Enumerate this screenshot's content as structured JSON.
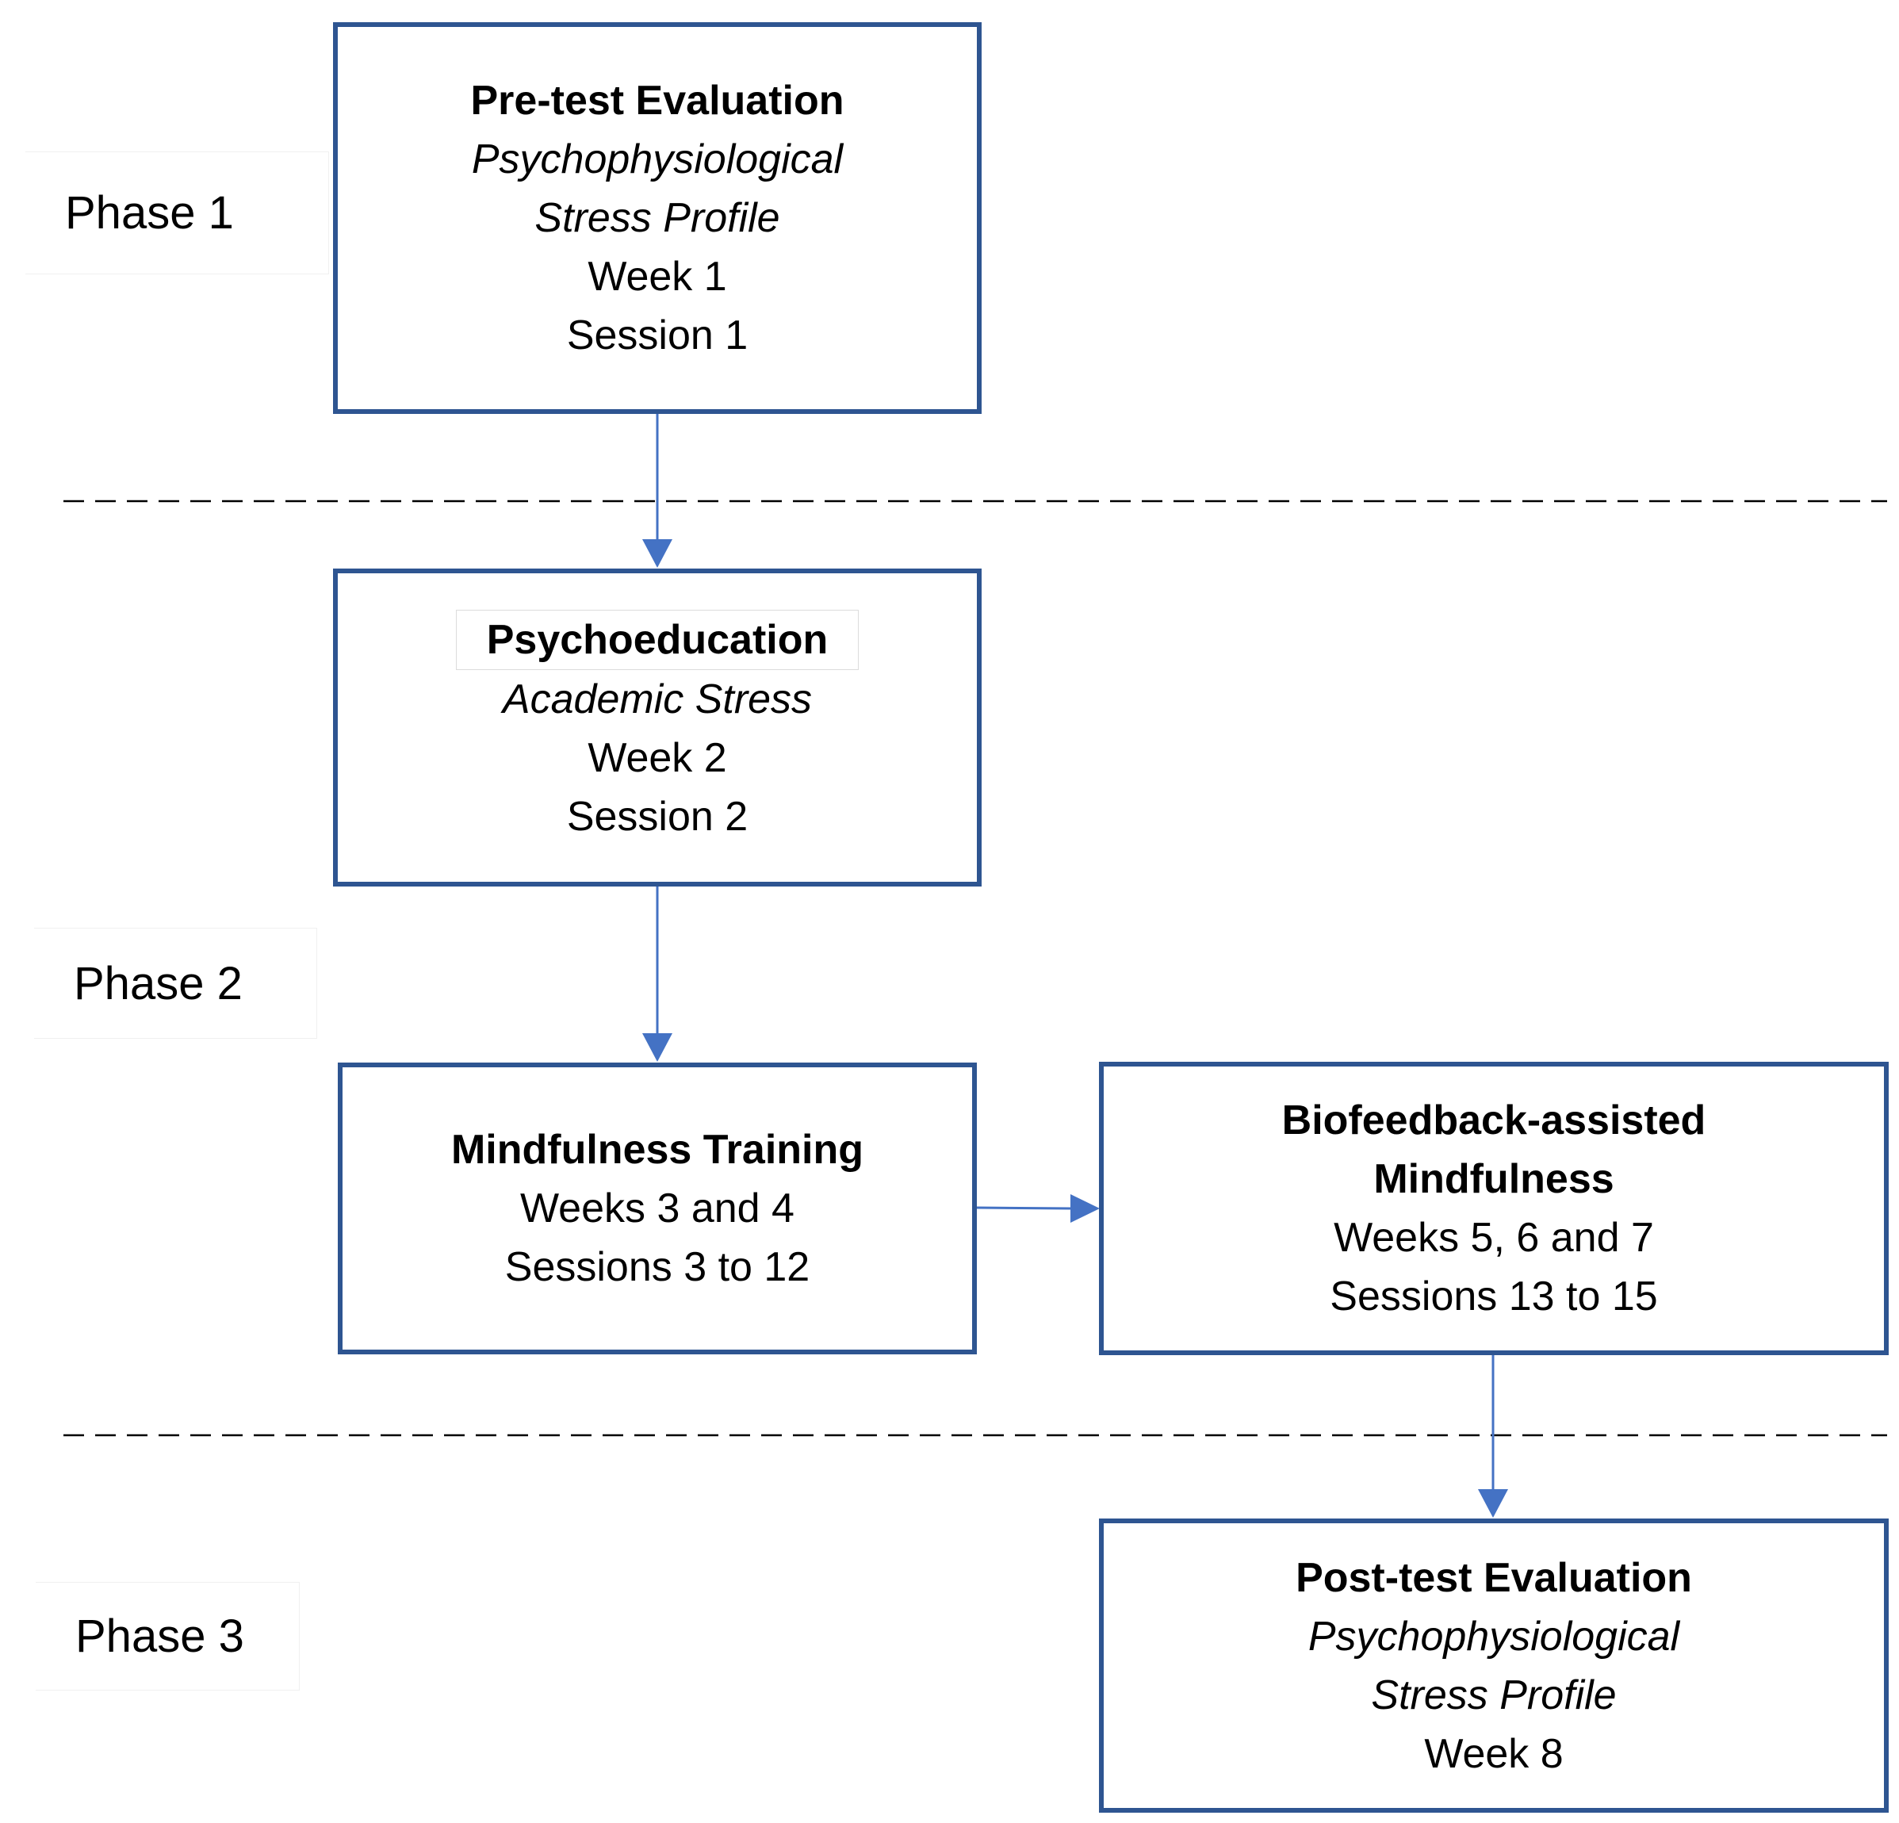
{
  "phases": [
    {
      "label": "Phase 1"
    },
    {
      "label": "Phase 2"
    },
    {
      "label": "Phase 3"
    }
  ],
  "boxes": {
    "pretest": {
      "title": "Pre-test Evaluation",
      "subtitle_line1": "Psychophysiological",
      "subtitle_line2": "Stress Profile",
      "week": "Week 1",
      "session": "Session 1"
    },
    "psychoeducation": {
      "title": "Psychoeducation",
      "subtitle": "Academic Stress",
      "week": "Week 2",
      "session": "Session 2"
    },
    "mindfulness": {
      "title": "Mindfulness Training",
      "weeks": "Weeks 3 and 4",
      "sessions": "Sessions 3 to 12"
    },
    "biofeedback": {
      "title_line1": "Biofeedback-assisted",
      "title_line2": "Mindfulness",
      "weeks": "Weeks 5, 6 and 7",
      "sessions": "Sessions 13 to 15"
    },
    "posttest": {
      "title": "Post-test Evaluation",
      "subtitle_line1": "Psychophysiological",
      "subtitle_line2": "Stress Profile",
      "week": "Week 8"
    }
  },
  "colors": {
    "box_border": "#2e5591",
    "arrow": "#4472c4",
    "divider": "#000000"
  }
}
